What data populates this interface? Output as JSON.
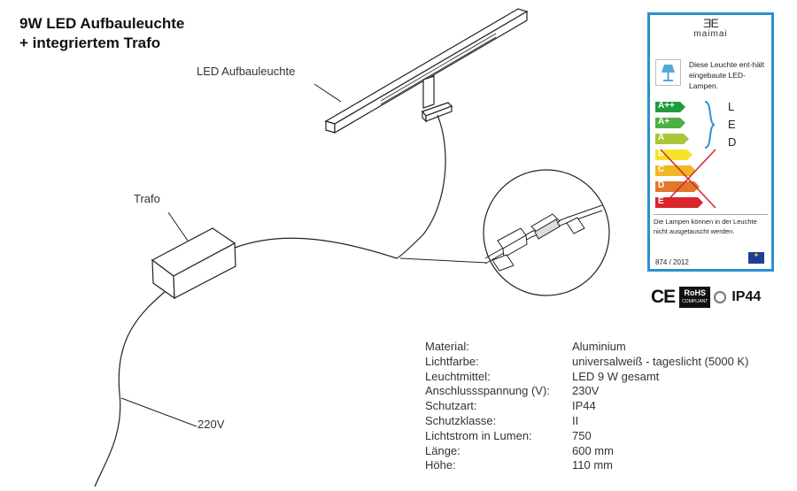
{
  "title": {
    "line1": "9W LED Aufbauleuchte",
    "line2": "+ integriertem Trafo"
  },
  "diagram": {
    "label_luminaire": "LED Aufbauleuchte",
    "label_transformer": "Trafo",
    "label_voltage": "220V"
  },
  "specs": [
    {
      "key": "Material:",
      "value": "Aluminium"
    },
    {
      "key": "Lichtfarbe:",
      "value": "universalweiß - tageslicht (5000 K)"
    },
    {
      "key": "Leuchtmittel:",
      "value": "LED 9 W gesamt"
    },
    {
      "key": "Anschlussspannung (V):",
      "value": "230V"
    },
    {
      "key": "Schutzart:",
      "value": "IP44"
    },
    {
      "key": "Schutzklasse:",
      "value": "II"
    },
    {
      "key": "Lichtstrom in Lumen:",
      "value": "750"
    },
    {
      "key": "Länge:",
      "value": "600 mm"
    },
    {
      "key": "Höhe:",
      "value": "110 mm"
    }
  ],
  "energy_label": {
    "brand_logo": "ƎE",
    "brand_name": "maimai",
    "text": "Diese Leuchte ent-hält eingebaute LED-Lampen.",
    "classes": [
      "A++",
      "A+",
      "A",
      "B",
      "C",
      "D",
      "E"
    ],
    "class_colors": [
      "#1f9d3a",
      "#4cb043",
      "#a8c83a",
      "#f5e526",
      "#f0b624",
      "#e2762b",
      "#d8262b"
    ],
    "led_letters": [
      "L",
      "E",
      "D"
    ],
    "notice": "Die Lampen können in der Leuchte nicht ausgetauscht werden.",
    "regulation": "874 / 2012",
    "border_color": "#2c91cf",
    "eu_flag": "eu-flag-icon"
  },
  "certifications": {
    "ce": "CE",
    "rohs": "RoHS",
    "rohs_sub": "COMPLIANT",
    "ip": "IP44",
    "recycling_icon": "globe-icon"
  }
}
